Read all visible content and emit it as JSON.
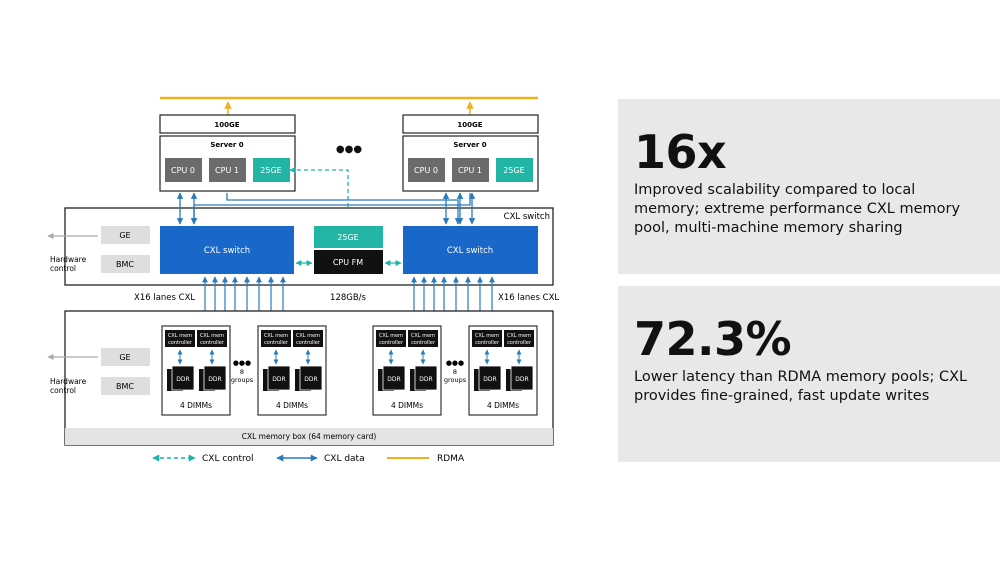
{
  "diagram": {
    "server_left": {
      "nic": "100GE",
      "title": "Server 0",
      "cpu0": "CPU 0",
      "cpu1": "CPU 1",
      "nic_25ge": "25GE"
    },
    "ellipsis": "●●●",
    "server_right": {
      "nic": "100GE",
      "title": "Server 0",
      "cpu0": "CPU 0",
      "cpu1": "CPU 1",
      "nic_25ge": "25GE"
    },
    "switch_box": {
      "title": "CXL switch",
      "ge": "GE",
      "bmc": "BMC",
      "hw_line1": "Hardware",
      "hw_line2": "control",
      "switch_left": "CXL switch",
      "switch_right": "CXL switch",
      "fm_25ge": "25GE",
      "fm": "CPU FM"
    },
    "lanes_left": "X16 lanes CXL",
    "bandwidth": "128GB/s",
    "lanes_right": "X16 lanes CXL",
    "memory_box": {
      "title": "CXL memory box (64 memory card)",
      "ge": "GE",
      "bmc": "BMC",
      "hw_line1": "Hardware",
      "hw_line2": "control",
      "controller_line1": "CXL mem",
      "controller_line2": "controller",
      "ddr": "DDR",
      "dimms": "4 DIMMs",
      "groups_line1": "8",
      "groups_line2": "groups"
    },
    "legend": [
      {
        "label": "CXL control",
        "style": "dashed",
        "color": "#1fb3a6"
      },
      {
        "label": "CXL data",
        "style": "solid",
        "color": "#2a7bbd"
      },
      {
        "label": "RDMA",
        "style": "solid",
        "color": "#f2b11c"
      }
    ],
    "colors": {
      "switch_blue": "#1967c8",
      "teal": "#22b5a5",
      "cpu_gray": "#6b6b6b",
      "rdma": "#f2b11c",
      "data": "#2a7bbd",
      "control": "#1fb3a6"
    }
  },
  "stats": [
    {
      "value": "16x",
      "description": "Improved scalability compared to local memory; extreme performance CXL memory pool, multi-machine memory sharing"
    },
    {
      "value": "72.3%",
      "description": "Lower latency than RDMA memory pools; CXL provides fine-grained, fast update writes"
    }
  ]
}
